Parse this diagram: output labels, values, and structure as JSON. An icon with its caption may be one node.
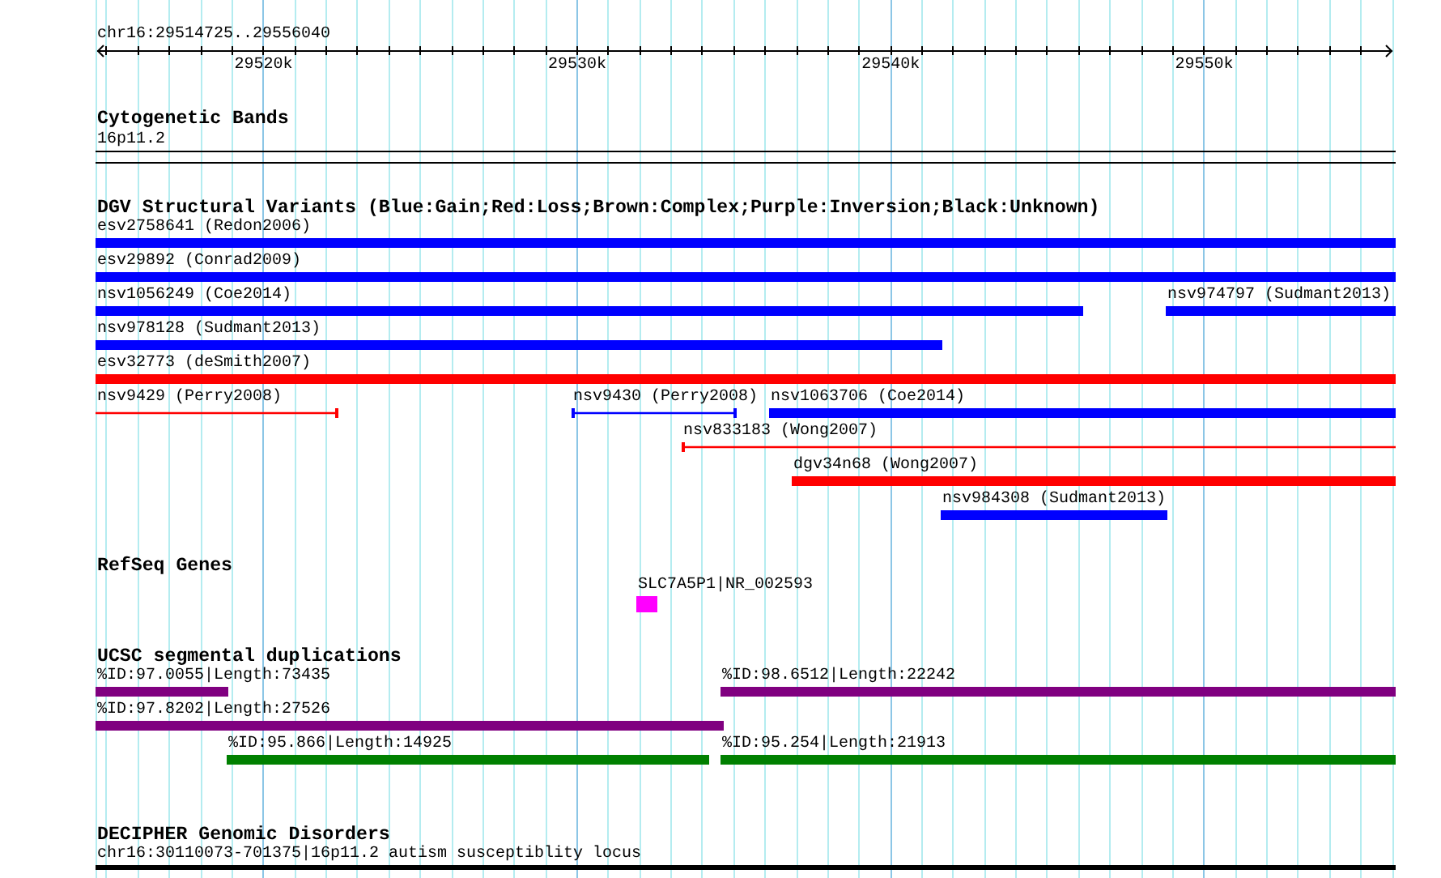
{
  "diagram": {
    "nodes": [
      {
        "text": [
          "16p11.2"
        ]
      },
      {
        "text": [
          "esv2758641 (Redon2006)"
        ]
      },
      {
        "text": [
          "esv29892 (Conrad2009)"
        ]
      },
      {
        "text": [
          "nsv1056249 (Coe2014)"
        ]
      },
      {
        "text": [
          "nsv974797 (Sudmant2013)"
        ]
      },
      {
        "text": [
          "nsv978128 (Sudmant2013)"
        ]
      },
      {
        "text": [
          "esv32773 (deSmith2007)"
        ]
      },
      {
        "text": [
          "nsv9429 (Perry2008)"
        ]
      },
      {
        "text": [
          "nsv9430 (Perry2008)"
        ]
      },
      {
        "text": [
          "nsv1063706 (Coe2014)"
        ]
      },
      {
        "text": [
          "nsv833183 (Wong2007)"
        ]
      },
      {
        "text": [
          "dgv34n68 (Wong2007)"
        ]
      },
      {
        "text": [
          "nsv984308 (Sudmant2013)"
        ]
      },
      {
        "text": [
          "SLC7A5P1|NR_002593"
        ]
      },
      {
        "text": [
          "%ID:97.0055|Length:73435"
        ]
      },
      {
        "text": [
          "%ID:98.6512|Length:22242"
        ]
      },
      {
        "text": [
          "%ID:97.8202|Length:27526"
        ]
      },
      {
        "text": [
          "%ID:95.866|Length:14925"
        ]
      },
      {
        "text": [
          "%ID:95.254|Length:21913"
        ]
      },
      {
        "text": [
          "chr16:30110073-701375|16p11.2 autism susceptiblity locus"
        ]
      }
    ],
    "labels": [
      "chr16:29514725..29556040",
      "29520k",
      "29530k",
      "29540k",
      "29550k",
      "Cytogenetic Bands",
      "DGV Structural Variants (Blue:Gain;Red:Loss;Brown:Complex;Purple:Inversion;Black:Unknown)",
      "RefSeq Genes",
      "UCSC segmental duplications",
      "DECIPHER Genomic Disorders"
    ]
  }
}
